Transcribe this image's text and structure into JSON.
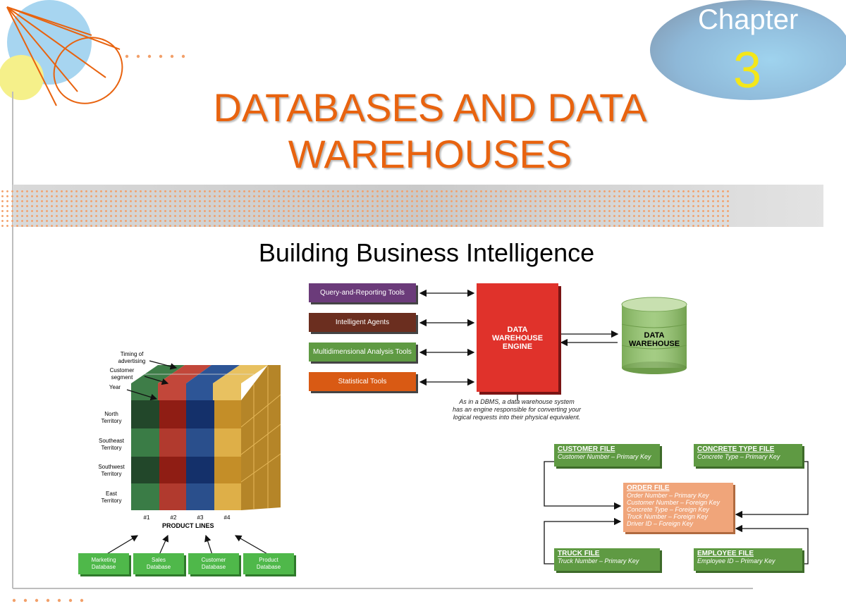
{
  "chapter": {
    "label": "Chapter",
    "number": "3"
  },
  "title": {
    "line1": "DATABASES AND DATA",
    "line2": "WAREHOUSES"
  },
  "subtitle": "Building Business Intelligence",
  "warehouse_diagram": {
    "tools": [
      {
        "label": "Query-and-Reporting Tools",
        "color": "#6b3b7a"
      },
      {
        "label": "Intelligent Agents",
        "color": "#6b2e1f"
      },
      {
        "label": "Multidimensional Analysis Tools",
        "color": "#5f9a43"
      },
      {
        "label": "Statistical Tools",
        "color": "#d95a14"
      }
    ],
    "engine": {
      "line1": "DATA",
      "line2": "WAREHOUSE",
      "line3": "ENGINE"
    },
    "warehouse": {
      "line1": "DATA",
      "line2": "WAREHOUSE"
    },
    "note": {
      "line1": "As in a DBMS, a data warehouse system",
      "line2": "has an engine responsible  for converting your",
      "line3": "logical requests into their physical equivalent."
    }
  },
  "cube": {
    "top_labels": {
      "timing_1": "Timing of",
      "timing_2": "advertising",
      "segment_1": "Customer",
      "segment_2": "segment",
      "year": "Year"
    },
    "territories": [
      {
        "line1": "North",
        "line2": "Territory"
      },
      {
        "line1": "Southeast",
        "line2": "Territory"
      },
      {
        "line1": "Southwest",
        "line2": "Territory"
      },
      {
        "line1": "East",
        "line2": "Territory"
      }
    ],
    "product_numbers": [
      "#1",
      "#2",
      "#3",
      "#4"
    ],
    "product_axis": "PRODUCT LINES",
    "databases": [
      {
        "line1": "Marketing",
        "line2": "Database"
      },
      {
        "line1": "Sales",
        "line2": "Database"
      },
      {
        "line1": "Customer",
        "line2": "Database"
      },
      {
        "line1": "Product",
        "line2": "Database"
      }
    ],
    "colors": {
      "green": "#2f6b3a",
      "red": "#a3241b",
      "blue": "#1f3f7a",
      "gold": "#d9a23a"
    }
  },
  "files": {
    "customer": {
      "name": "CUSTOMER FILE",
      "key": "Customer Number – Primary Key"
    },
    "concrete": {
      "name": "CONCRETE TYPE FILE",
      "key": "Concrete Type – Primary Key"
    },
    "order": {
      "name": "ORDER FILE",
      "keys": [
        "Order Number – Primary Key",
        "Customer Number – Foreign Key",
        "Concrete Type – Foreign Key",
        "Truck Number – Foreign Key",
        "Driver ID – Foreign Key"
      ]
    },
    "truck": {
      "name": "TRUCK FILE",
      "key": "Truck Number – Primary Key"
    },
    "employee": {
      "name": "EMPLOYEE FILE",
      "key": "Employee ID – Primary Key"
    }
  },
  "colors": {
    "accent": "#e8630f",
    "chapter_number": "#f4e71a"
  }
}
